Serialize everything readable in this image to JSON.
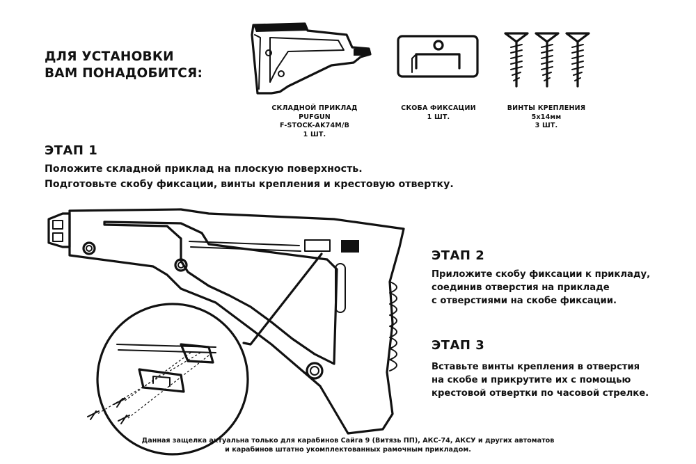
{
  "requirements": {
    "title_lines": [
      "ДЛЯ УСТАНОВКИ",
      "ВАМ ПОНАДОБИТСЯ:"
    ],
    "items": [
      {
        "icon": "folding-stock-icon",
        "lines": [
          "СКЛАДНОЙ ПРИКЛАД",
          "PUFGUN",
          "F-STOCK-AK74M/B",
          "1 ШТ."
        ]
      },
      {
        "icon": "locking-bracket-icon",
        "lines": [
          "СКОБА ФИКСАЦИИ",
          "1 ШТ."
        ]
      },
      {
        "icon": "screws-icon",
        "lines": [
          "ВИНТЫ КРЕПЛЕНИЯ",
          "5х14мм",
          "3 ШТ."
        ]
      }
    ]
  },
  "steps": [
    {
      "title": "ЭТАП 1",
      "lines": [
        "Положите складной приклад на плоскую поверхность.",
        "Подготовьте скобу фиксации, винты крепления и крестовую отвертку."
      ]
    },
    {
      "title": "ЭТАП 2",
      "lines": [
        "Приложите скобу фиксации к прикладу,",
        "соединив отверстия на прикладе",
        "с отверстиями на скобе фиксации."
      ]
    },
    {
      "title": "ЭТАП 3",
      "lines": [
        "Вставьте винты крепления в отверстия",
        "на скобе и прикрутите их с помощью",
        "крестовой отвертки по часовой стрелке."
      ]
    }
  ],
  "footnote": {
    "lines": [
      "Данная защелка актуальна только для карабинов Сайга 9 (Витязь ПП), АКС-74, АКСУ и других автоматов",
      "и карабинов штатно укомплектованных рамочным прикладом."
    ]
  }
}
